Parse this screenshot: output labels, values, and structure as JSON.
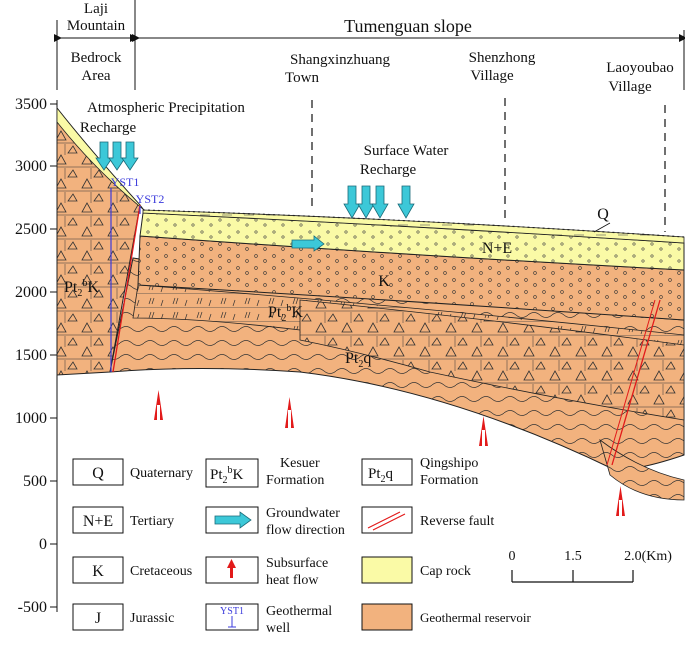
{
  "header": {
    "region_left": [
      "Laji",
      "Mountain"
    ],
    "region_right": "Tumenguan slope",
    "bedrock_area": [
      "Bedrock",
      "Area"
    ]
  },
  "places": {
    "shangxinzhuang": [
      "Shangxinzhuang",
      "Town"
    ],
    "shenzhong": [
      "Shenzhong",
      "Village"
    ],
    "laoyoubao": [
      "Laoyoubao",
      "Village"
    ]
  },
  "annotations": {
    "atmospheric": [
      "Atmospheric Precipitation",
      "Recharge"
    ],
    "surface": [
      "Surface Water",
      "Recharge"
    ],
    "well1": "YST1",
    "well2": "YST2",
    "q": "Q",
    "ne": "N+E",
    "k": "K",
    "pt2bk_base": "Pt",
    "pt2bk_sub": "2",
    "pt2bk_sup": "b",
    "pt2bk_tail": "K",
    "pt2q_base": "Pt",
    "pt2q_sub": "2",
    "pt2q_tail": "q"
  },
  "y_axis": {
    "ticks": [
      "3500",
      "3000",
      "2500",
      "2000",
      "1500",
      "1000",
      "500",
      "0",
      "-500"
    ]
  },
  "legend": {
    "col1": [
      {
        "code": "Q",
        "label": "Quaternary"
      },
      {
        "code": "N+E",
        "label": "Tertiary"
      },
      {
        "code": "K",
        "label": "Cretaceous"
      },
      {
        "code": "J",
        "label": "Jurassic"
      }
    ],
    "col2": [
      {
        "label1": "Kesuer",
        "label2": "Formation"
      },
      {
        "label1": "Groundwater",
        "label2": "flow direction"
      },
      {
        "label1": "Subsurface",
        "label2": "heat flow"
      },
      {
        "label1": "Geothermal",
        "label2": "well"
      }
    ],
    "col3": [
      {
        "label1": "Qingshipo",
        "label2": "Formation"
      },
      {
        "label1": "Reverse fault",
        "label2": ""
      },
      {
        "label1": "Cap rock",
        "label2": ""
      },
      {
        "label1": "Geothermal reservoir",
        "label2": ""
      }
    ],
    "legend_well": "YST1"
  },
  "scale": {
    "labels": [
      "0",
      "1.5",
      "2.0(Km)"
    ]
  },
  "colors": {
    "reservoir": "#f2b27e",
    "caprock": "#fafaa6",
    "well": "#3b3bdc",
    "heat": "#e21a1a",
    "flow": "#3cc8d8"
  }
}
